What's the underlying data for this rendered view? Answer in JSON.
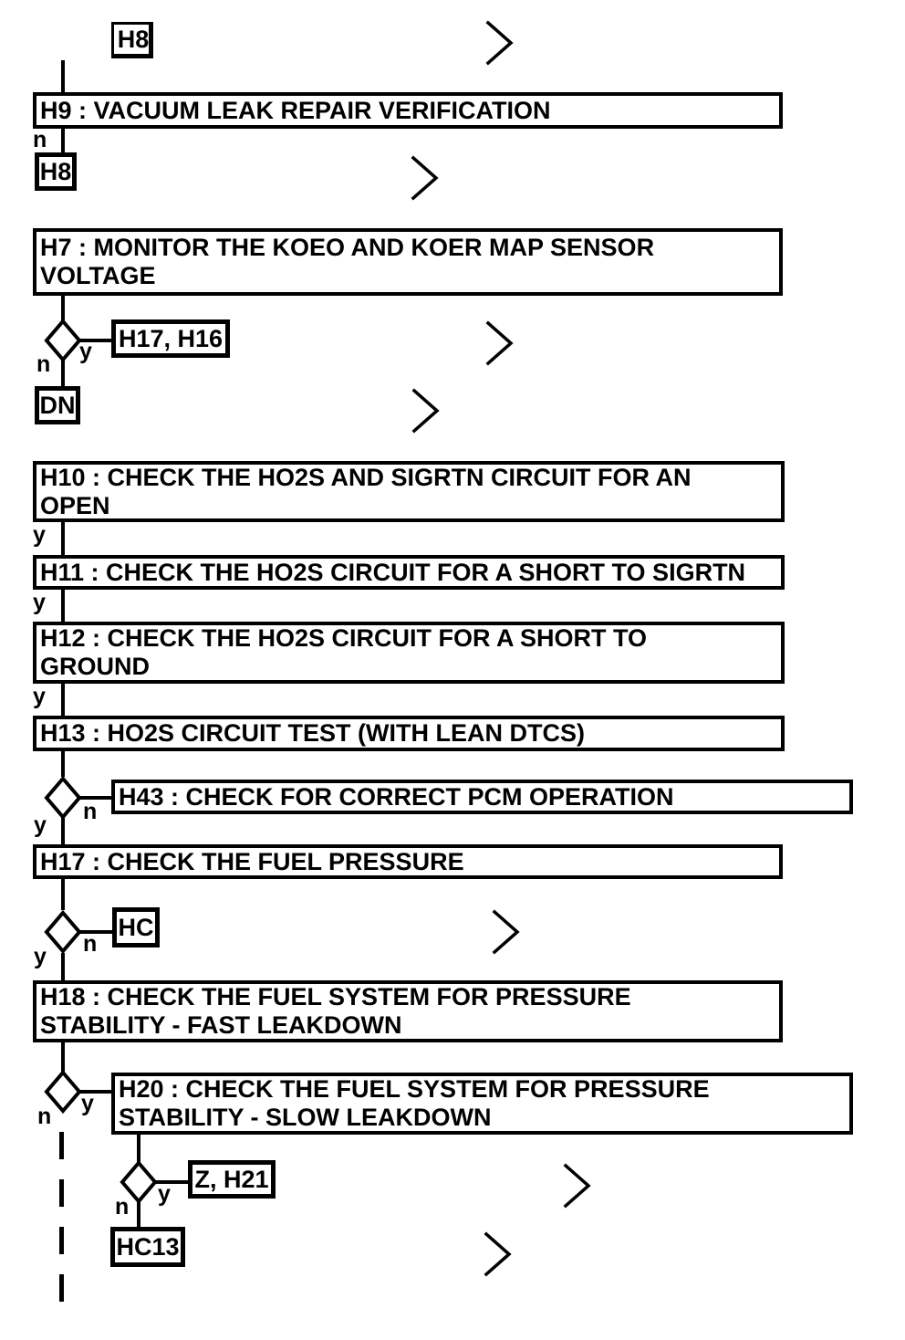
{
  "diagram": {
    "type": "flowchart",
    "colors": {
      "ink": "#000000",
      "paper": "#ffffff"
    },
    "branch_labels": {
      "yes": "y",
      "no": "n"
    },
    "boxes": {
      "h8_top": "H8",
      "h9": "H9 : VACUUM LEAK REPAIR VERIFICATION",
      "h8_return": "H8",
      "h7": "H7 : MONITOR THE KOEO AND KOER MAP SENSOR\nVOLTAGE",
      "h17_h16": "H17, H16",
      "dn": "DN",
      "h10": "H10 : CHECK THE HO2S AND SIGRTN CIRCUIT FOR AN\nOPEN",
      "h11": "H11 : CHECK THE HO2S CIRCUIT FOR A SHORT TO SIGRTN",
      "h12": "H12 : CHECK THE HO2S CIRCUIT FOR A SHORT TO\nGROUND",
      "h13": "H13 : HO2S CIRCUIT TEST (WITH LEAN DTCS)",
      "h43": "H43 : CHECK FOR CORRECT PCM OPERATION",
      "h17": "H17 : CHECK THE FUEL PRESSURE",
      "hc": "HC",
      "h18": "H18 : CHECK THE FUEL SYSTEM FOR PRESSURE\nSTABILITY - FAST LEAKDOWN",
      "h20": "H20 : CHECK THE FUEL SYSTEM FOR PRESSURE\nSTABILITY - SLOW LEAKDOWN",
      "z_h21": "Z, H21",
      "hc13": "HC13"
    }
  }
}
